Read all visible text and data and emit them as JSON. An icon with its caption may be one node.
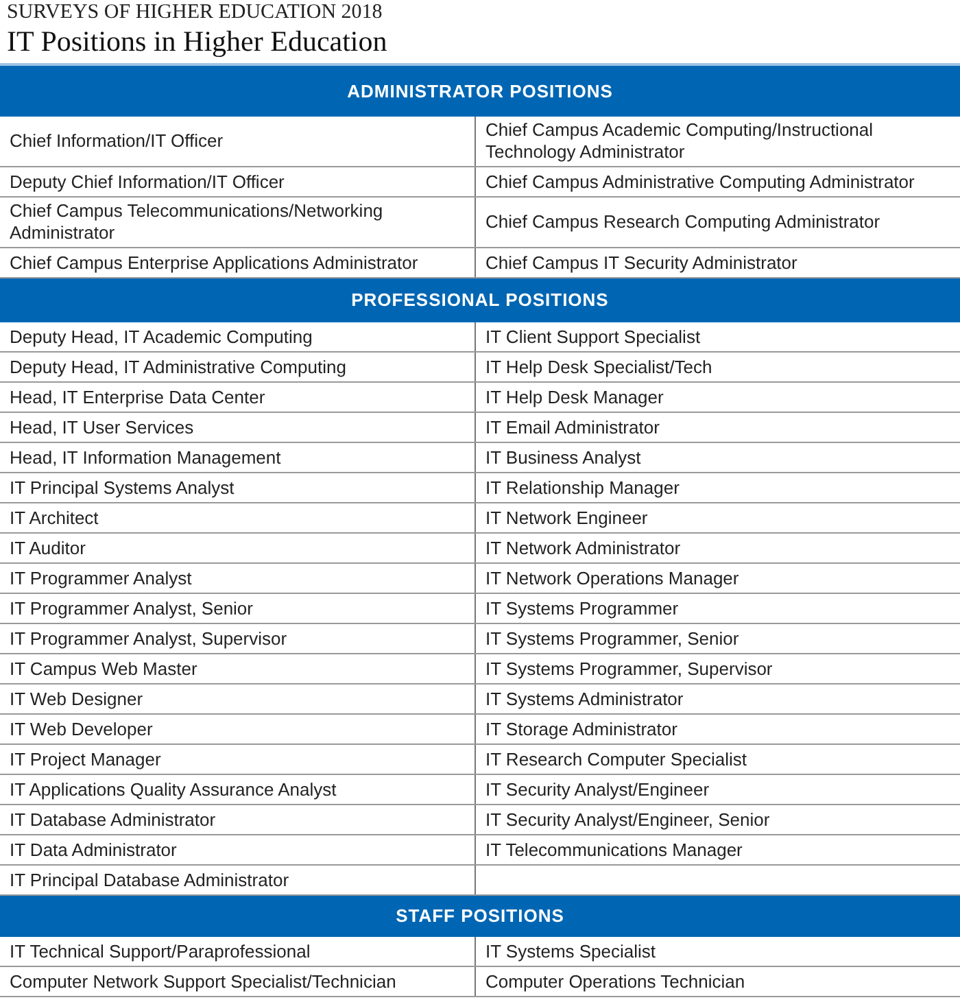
{
  "diagram": {
    "title": "IT Positions in Higher Education",
    "labels": [
      "SURVEYS OF HIGHER EDUCATION 2018",
      "ADMINISTRATOR POSITIONS",
      "Chief Information/IT Officer",
      "Chief Campus Academic Computing/Instructional Technology Administrator",
      "Deputy Chief Information/IT Officer",
      "Chief Campus Administrative Computing Administrator",
      "Chief Campus Telecommunications/Networking Administrator",
      "Chief Campus Research Computing Administrator",
      "Chief Campus Enterprise Applications Administrator",
      "Chief Campus IT Security Administrator",
      "PROFESSIONAL POSITIONS",
      "Deputy Head, IT Academic Computing",
      "IT Client Support Specialist",
      "Deputy Head, IT Administrative Computing",
      "IT Help Desk Specialist/Tech",
      "Head, IT Enterprise Data Center",
      "IT Help Desk Manager",
      "Head, IT User Services",
      "IT Email Administrator",
      "Head, IT Information Management",
      "IT Business Analyst",
      "IT Principal Systems Analyst",
      "IT Relationship Manager",
      "IT Architect",
      "IT Network Engineer",
      "IT Auditor",
      "IT Network Administrator",
      "IT Programmer Analyst",
      "IT Network Operations Manager",
      "IT Programmer Analyst, Senior",
      "IT Systems Programmer",
      "IT Programmer Analyst, Supervisor",
      "IT Systems Programmer, Senior",
      "IT Campus Web Master",
      "IT Systems Programmer, Supervisor",
      "IT Web Designer",
      "IT Systems Administrator",
      "IT Web Developer",
      "IT Storage Administrator",
      "IT Project Manager",
      "IT Research Computer Specialist",
      "IT Applications Quality Assurance Analyst",
      "IT Security Analyst/Engineer",
      "IT Database Administrator",
      "IT Security Analyst/Engineer, Senior",
      "IT Data Administrator",
      "IT Telecommunications Manager",
      "IT Principal Database Administrator",
      "STAFF POSITIONS",
      "IT Technical Support/Paraprofessional",
      "IT Systems Specialist",
      "Computer Network Support Specialist/Technician",
      "Computer Operations Technician"
    ]
  }
}
